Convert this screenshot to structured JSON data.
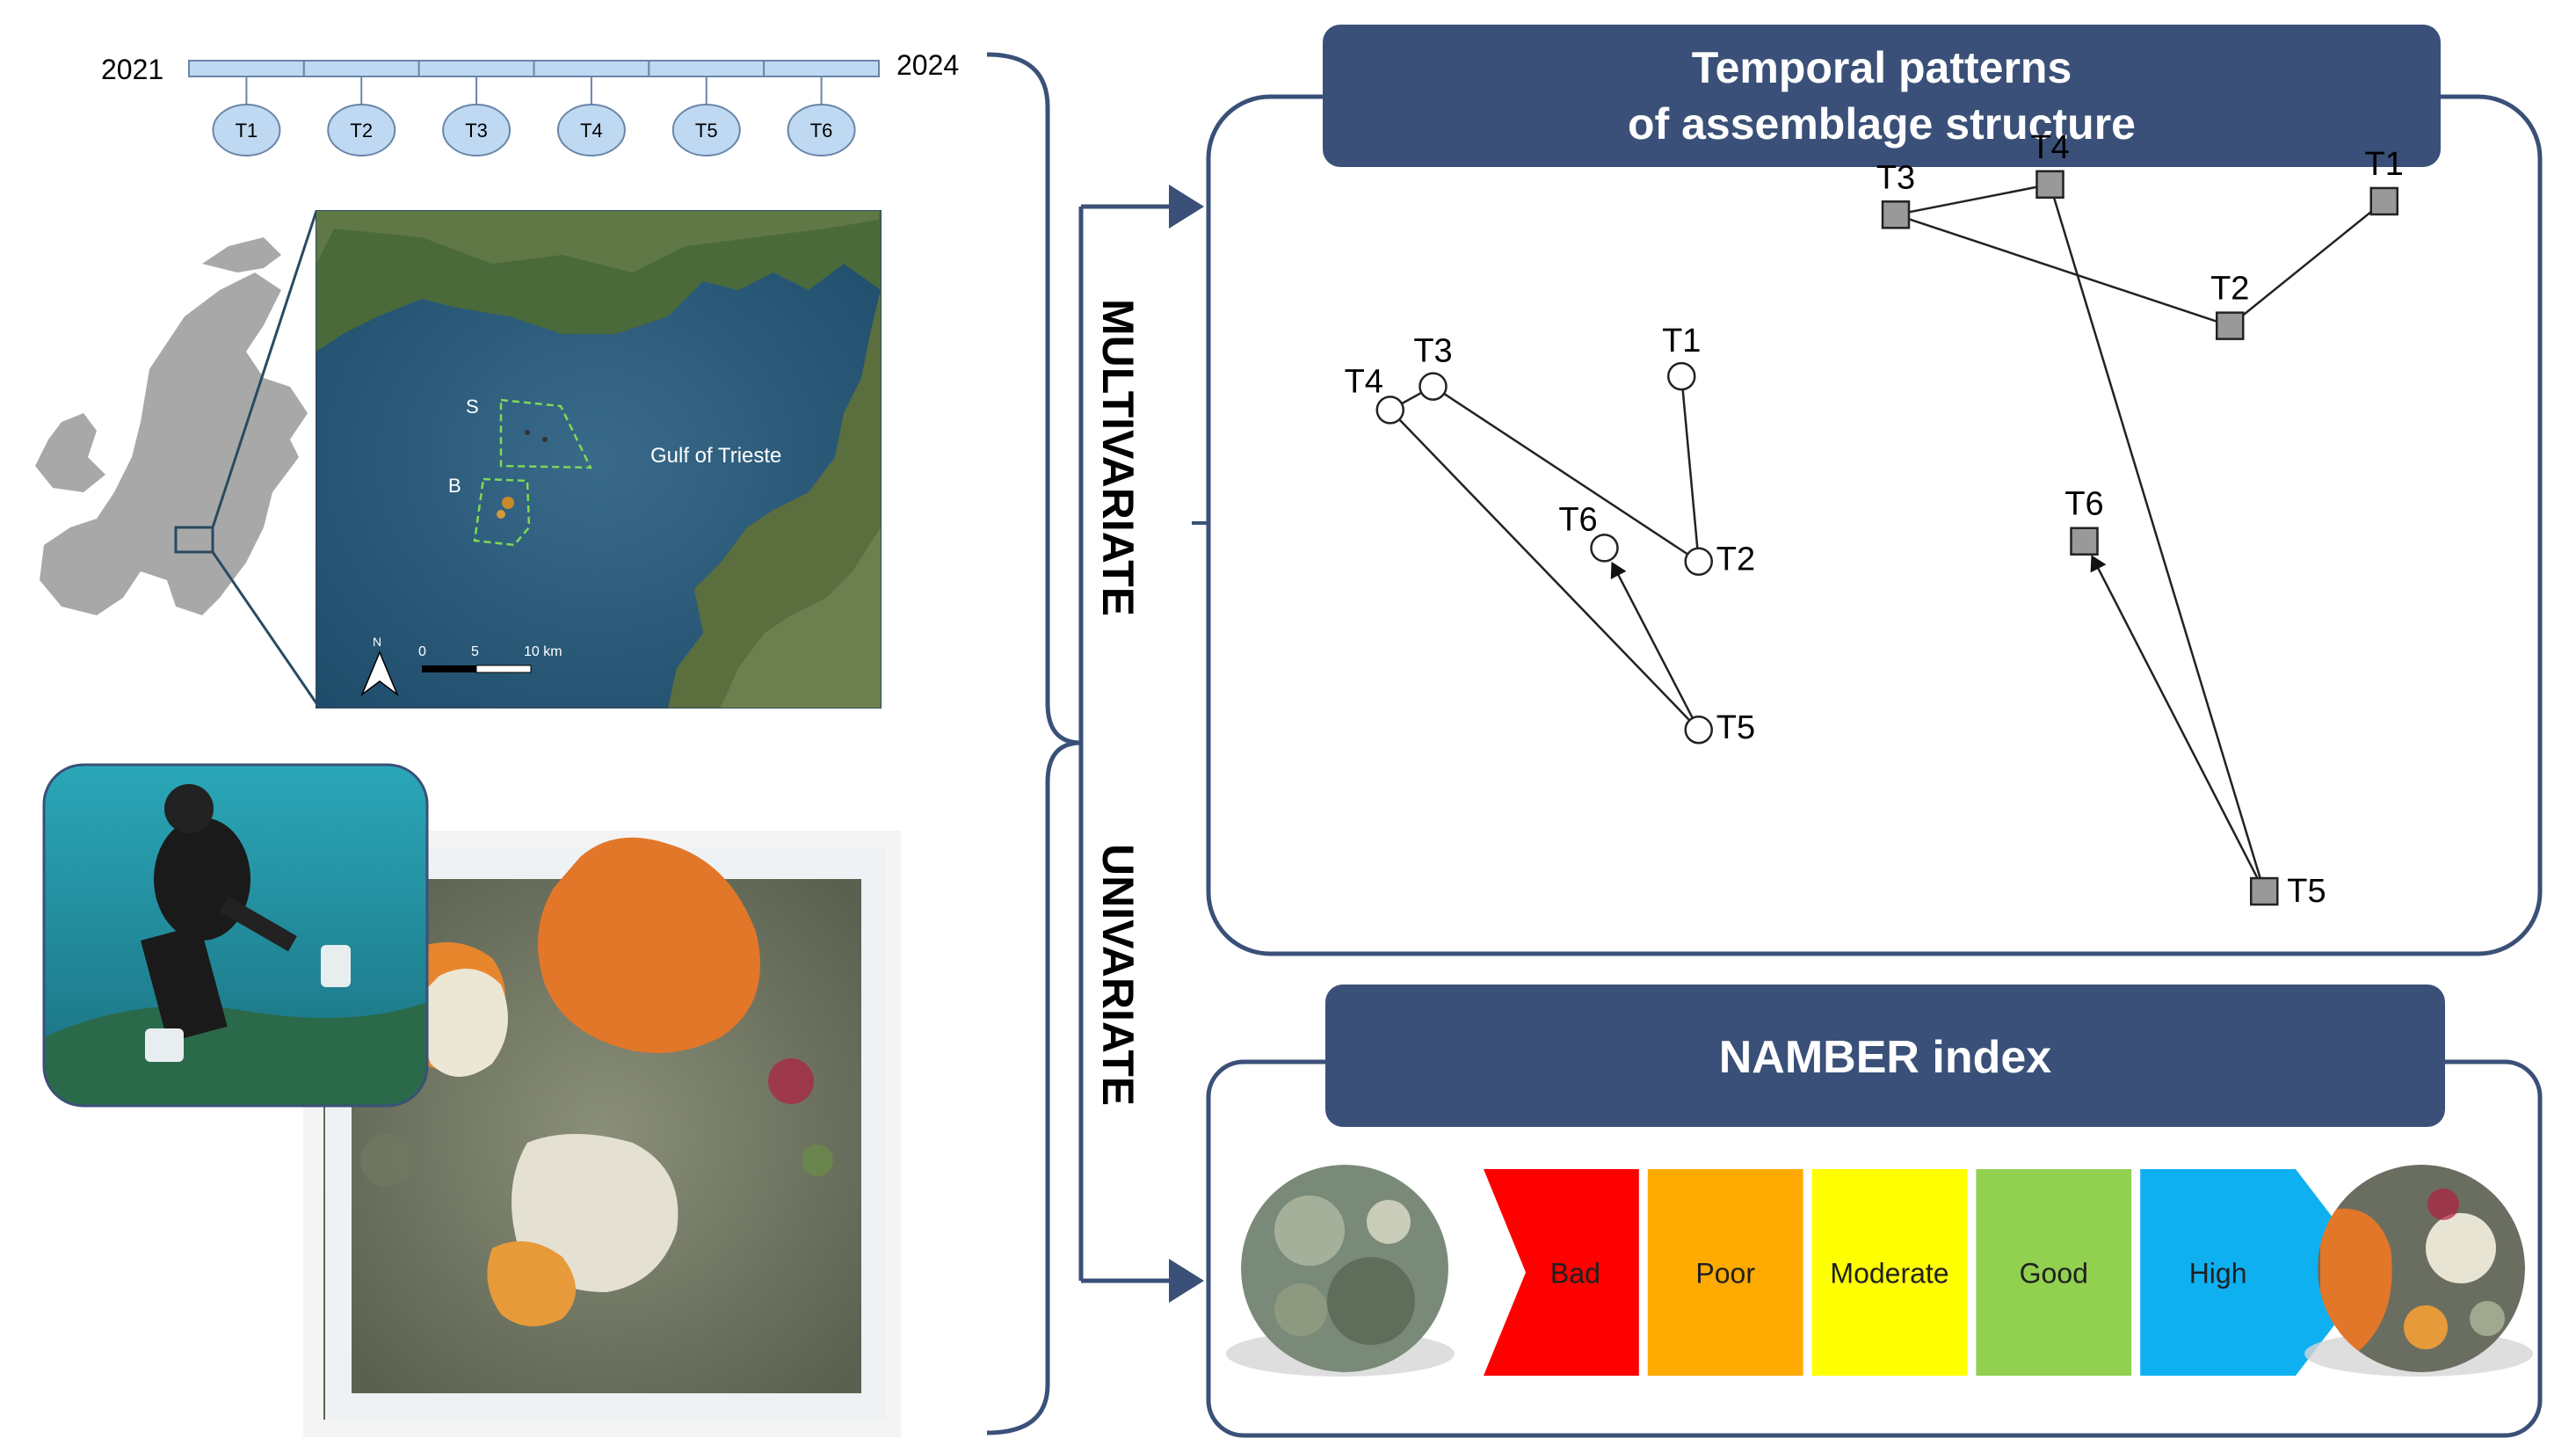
{
  "timeline": {
    "start_year": "2021",
    "end_year": "2024",
    "periods": [
      "T1",
      "T2",
      "T3",
      "T4",
      "T5",
      "T6"
    ]
  },
  "map": {
    "site_s": "S",
    "site_b": "B",
    "gulf_label": "Gulf of Trieste",
    "north": "N",
    "scale_ticks": [
      "0",
      "5",
      "10 km"
    ]
  },
  "branches": {
    "multivariate": "MULTIVARIATE",
    "univariate": "UNIVARIATE"
  },
  "temporal_panel": {
    "title_line1": "Temporal patterns",
    "title_line2": "of assemblage structure"
  },
  "chart_data": {
    "type": "scatter",
    "series": [
      {
        "marker": "circle",
        "points": [
          {
            "label": "T1",
            "x": -0.18,
            "y": 0.3
          },
          {
            "label": "T2",
            "x": -0.16,
            "y": -0.25
          },
          {
            "label": "T3",
            "x": -0.47,
            "y": 0.27
          },
          {
            "label": "T4",
            "x": -0.52,
            "y": 0.2
          },
          {
            "label": "T5",
            "x": -0.16,
            "y": -0.75
          },
          {
            "label": "T6",
            "x": -0.27,
            "y": -0.21
          }
        ]
      },
      {
        "marker": "square",
        "points": [
          {
            "label": "T1",
            "x": 0.64,
            "y": 0.82
          },
          {
            "label": "T2",
            "x": 0.46,
            "y": 0.45
          },
          {
            "label": "T3",
            "x": 0.07,
            "y": 0.78
          },
          {
            "label": "T4",
            "x": 0.25,
            "y": 0.87
          },
          {
            "label": "T5",
            "x": 0.5,
            "y": -1.23
          },
          {
            "label": "T6",
            "x": 0.29,
            "y": -0.19
          }
        ]
      }
    ]
  },
  "namber_panel": {
    "title": "NAMBER index",
    "scale": [
      {
        "label": "Bad",
        "color": "#ff0000"
      },
      {
        "label": "Poor",
        "color": "#ffaa00"
      },
      {
        "label": "Moderate",
        "color": "#ffff00"
      },
      {
        "label": "Good",
        "color": "#92d050"
      },
      {
        "label": "High",
        "color": "#0fb0f0"
      }
    ]
  },
  "colors": {
    "navy": "#3a5078",
    "node_fill": "#bfd9f2",
    "square_fill": "#999999"
  }
}
